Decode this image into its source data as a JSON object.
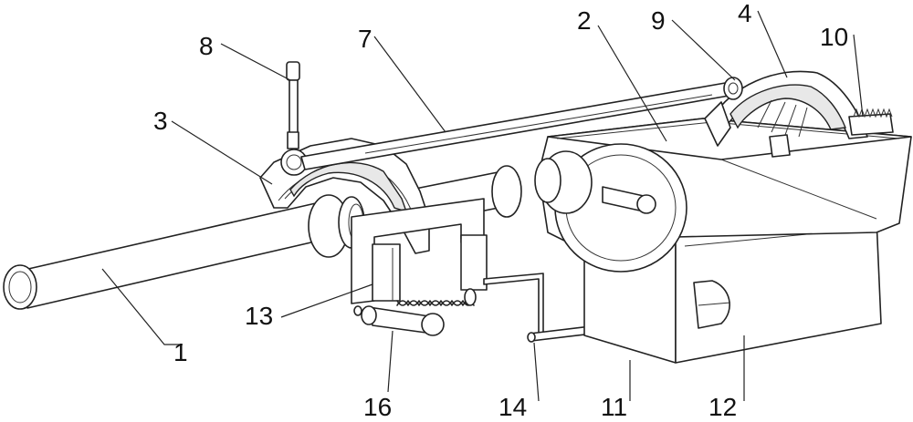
{
  "labels": {
    "l1": "1",
    "l2": "2",
    "l3": "3",
    "l4": "4",
    "l7": "7",
    "l8": "8",
    "l9": "9",
    "l10": "10",
    "l11": "11",
    "l12": "12",
    "l13": "13",
    "l14": "14",
    "l16": "16"
  }
}
